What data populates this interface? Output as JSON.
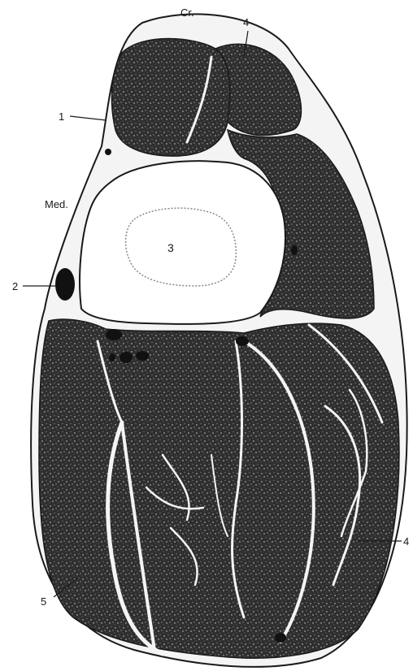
{
  "labels": {
    "cranial": "Cr.",
    "medial": "Med.",
    "n1": "1",
    "n2": "2",
    "n3": "3",
    "n4_top": "4",
    "n4_right": "4",
    "n5": "5"
  },
  "colors": {
    "muscle_fill": "#2e2e2e",
    "fascia": "#f4f4f4",
    "outline": "#1a1a1a",
    "bone": "#ffffff",
    "vessel": "#111111"
  }
}
